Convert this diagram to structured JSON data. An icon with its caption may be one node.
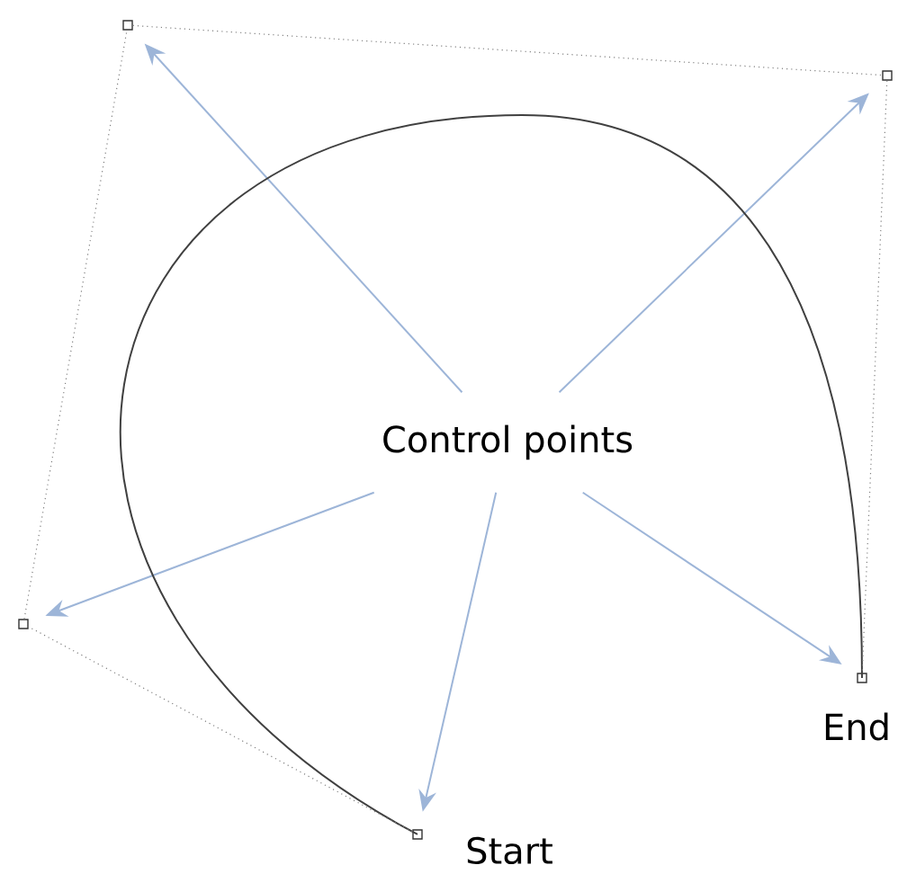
{
  "diagram": {
    "nodes": [
      {
        "text": [],
        "shape": "box"
      },
      {
        "text": [],
        "shape": "box"
      },
      {
        "text": [
          "Control points"
        ]
      },
      {
        "text": [],
        "shape": "box"
      },
      {
        "text": [],
        "shape": "box",
        "beside": [
          "End"
        ]
      },
      {
        "text": [],
        "shape": "box",
        "beside": [
          "Start"
        ]
      }
    ],
    "edges": [
      {
        "from": 2,
        "to": 0,
        "arrow": "to",
        "color": "#9db5d8"
      },
      {
        "from": 2,
        "to": 1,
        "arrow": "to",
        "color": "#9db5d8"
      },
      {
        "from": 2,
        "to": 3,
        "arrow": "to",
        "color": "#9db5d8"
      },
      {
        "from": 2,
        "to": 5,
        "arrow": "to",
        "color": "#9db5d8"
      },
      {
        "from": 2,
        "to": 4,
        "arrow": "to",
        "color": "#9db5d8"
      },
      {
        "from": 5,
        "to": 4,
        "arrow": "none",
        "color": "#404040"
      },
      {
        "from": 5,
        "to": 3,
        "arrow": "none",
        "style": "dashed",
        "color": "#808080"
      },
      {
        "from": 3,
        "to": 0,
        "arrow": "none",
        "style": "dashed",
        "color": "#808080"
      },
      {
        "from": 0,
        "to": 1,
        "arrow": "none",
        "style": "dashed",
        "color": "#808080"
      },
      {
        "from": 1,
        "to": 4,
        "arrow": "none",
        "style": "dashed",
        "color": "#808080"
      }
    ]
  }
}
